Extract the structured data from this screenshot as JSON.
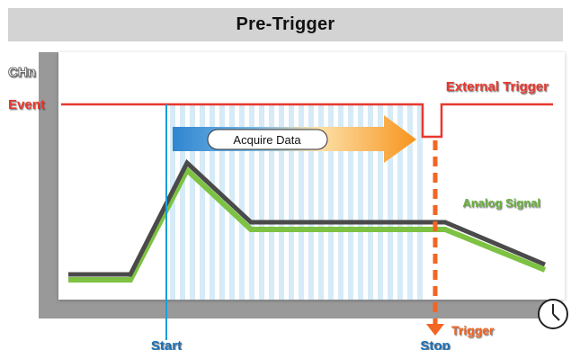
{
  "title": "Pre-Trigger",
  "labels": {
    "channel": "CHn",
    "event": "Event",
    "external_trigger": "External Trigger",
    "acquire": "Acquire Data",
    "analog_signal": "Analog Signal",
    "trigger": "Trigger",
    "start": "Start",
    "stop": "Stop"
  },
  "colors": {
    "event_line": "#e8372f",
    "signal_green": "#7dc242",
    "signal_dark": "#4a4a4a",
    "start_line": "#1a9fd8",
    "stop_line": "#f26522",
    "stripes": "#d6ebf7",
    "analog_label": "#6ab13e",
    "start_stop_label": "#1a6fb5"
  },
  "icons": {
    "clock": "clock-icon",
    "arrow": "acquire-arrow"
  }
}
